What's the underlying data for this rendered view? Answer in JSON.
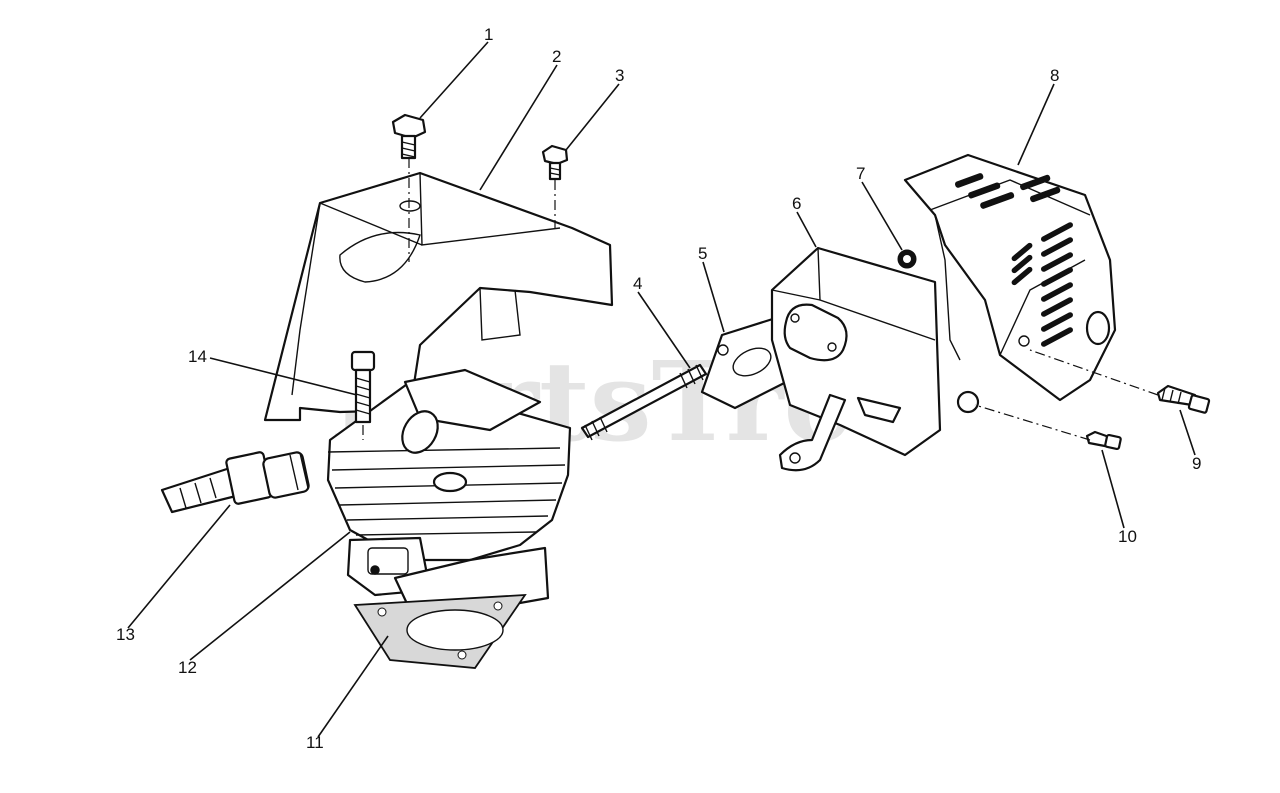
{
  "watermark": "PartsTree",
  "callouts": [
    "1",
    "2",
    "3",
    "4",
    "5",
    "6",
    "7",
    "8",
    "9",
    "10",
    "11",
    "12",
    "13",
    "14"
  ]
}
